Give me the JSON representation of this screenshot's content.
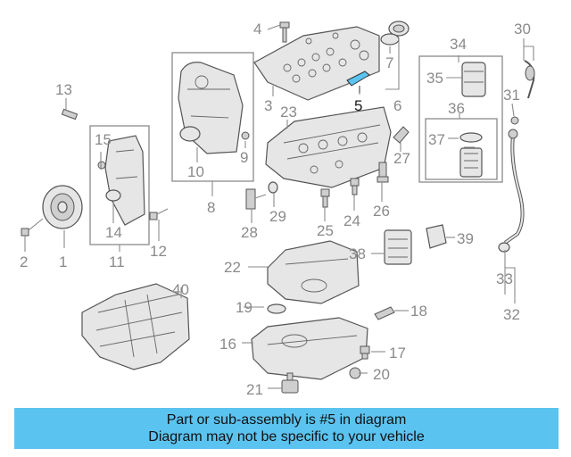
{
  "diagram": {
    "highlighted_part": "5",
    "highlight_color": "#5bc3f0",
    "callouts": [
      "1",
      "2",
      "3",
      "4",
      "5",
      "6",
      "7",
      "8",
      "9",
      "10",
      "11",
      "12",
      "13",
      "14",
      "15",
      "16",
      "17",
      "18",
      "19",
      "20",
      "21",
      "22",
      "23",
      "24",
      "25",
      "26",
      "27",
      "28",
      "29",
      "30",
      "31",
      "32",
      "33",
      "34",
      "35",
      "36",
      "37",
      "38",
      "39",
      "40"
    ]
  },
  "banner": {
    "line1": "Part or sub-assembly is #5 in diagram",
    "line2": "Diagram may not be specific to your vehicle",
    "background": "#5bc3f0"
  }
}
